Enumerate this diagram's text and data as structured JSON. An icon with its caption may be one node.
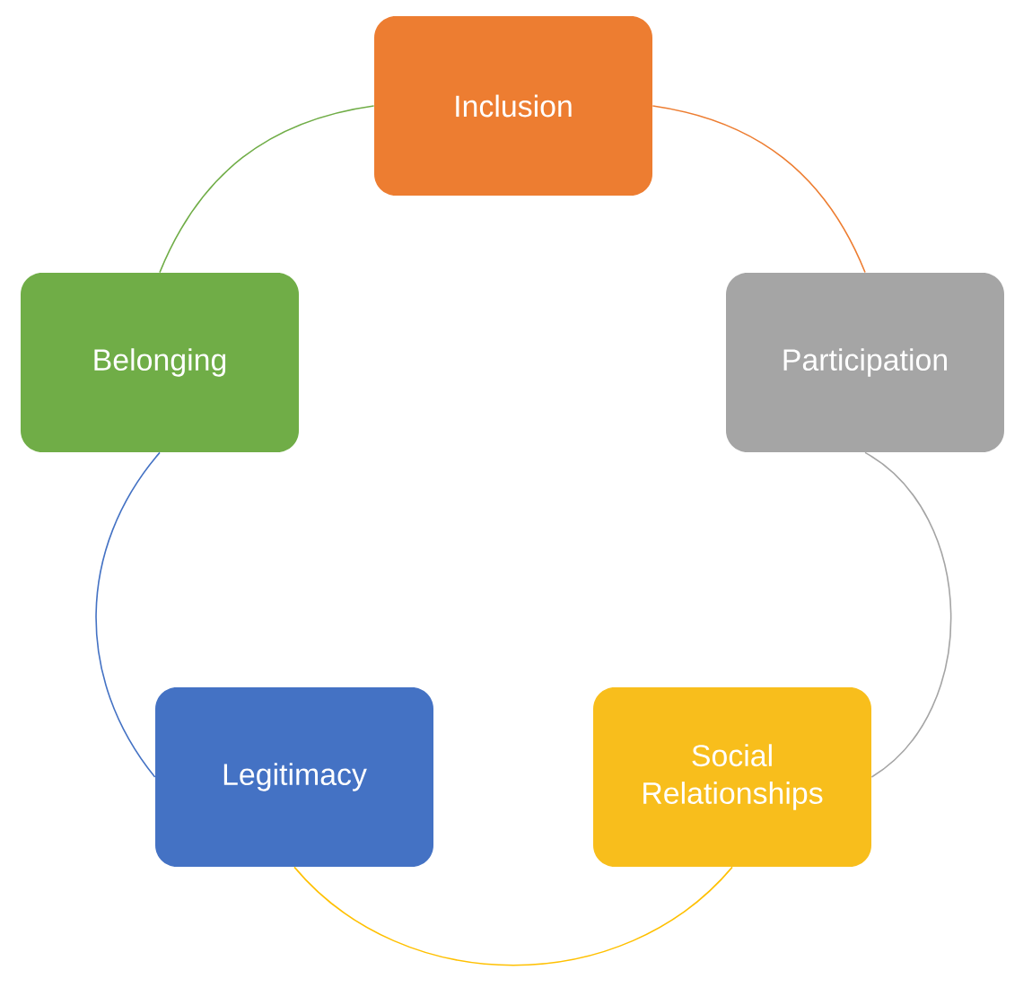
{
  "diagram": {
    "nodes": [
      {
        "text": [
          "Inclusion"
        ]
      },
      {
        "text": [
          "Participation"
        ]
      },
      {
        "text": [
          "Social Relationships"
        ]
      },
      {
        "text": [
          "Legitimacy"
        ]
      },
      {
        "text": [
          "Belonging"
        ]
      }
    ],
    "edges": [
      {
        "from": 0,
        "to": 1,
        "arrow": "none",
        "color": "#ed7d31"
      },
      {
        "from": 1,
        "to": 2,
        "arrow": "none",
        "color": "#a5a5a5"
      },
      {
        "from": 2,
        "to": 3,
        "arrow": "none",
        "color": "#ffc000"
      },
      {
        "from": 3,
        "to": 4,
        "arrow": "none",
        "color": "#4472c4"
      },
      {
        "from": 4,
        "to": 0,
        "arrow": "none",
        "color": "#70ad47"
      }
    ]
  }
}
